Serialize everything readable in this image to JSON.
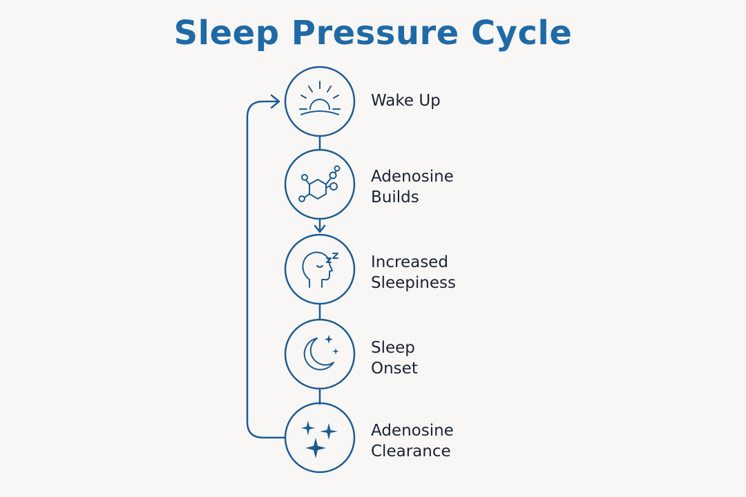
{
  "title": "Sleep Pressure Cycle",
  "colors": {
    "accent": "#1f6aa6",
    "stroke": "#1d5a92",
    "text": "#1a2233",
    "background": "#f8f7f5"
  },
  "steps": [
    {
      "label": "Wake Up",
      "icon": "sunrise-icon"
    },
    {
      "label": "Adenosine\nBuilds",
      "icon": "molecule-icon"
    },
    {
      "label": "Increased\nSleepiness",
      "icon": "sleepy-head-icon"
    },
    {
      "label": "Sleep\nOnset",
      "icon": "moon-stars-icon"
    },
    {
      "label": "Adenosine\nClearance",
      "icon": "sparkles-icon"
    }
  ]
}
